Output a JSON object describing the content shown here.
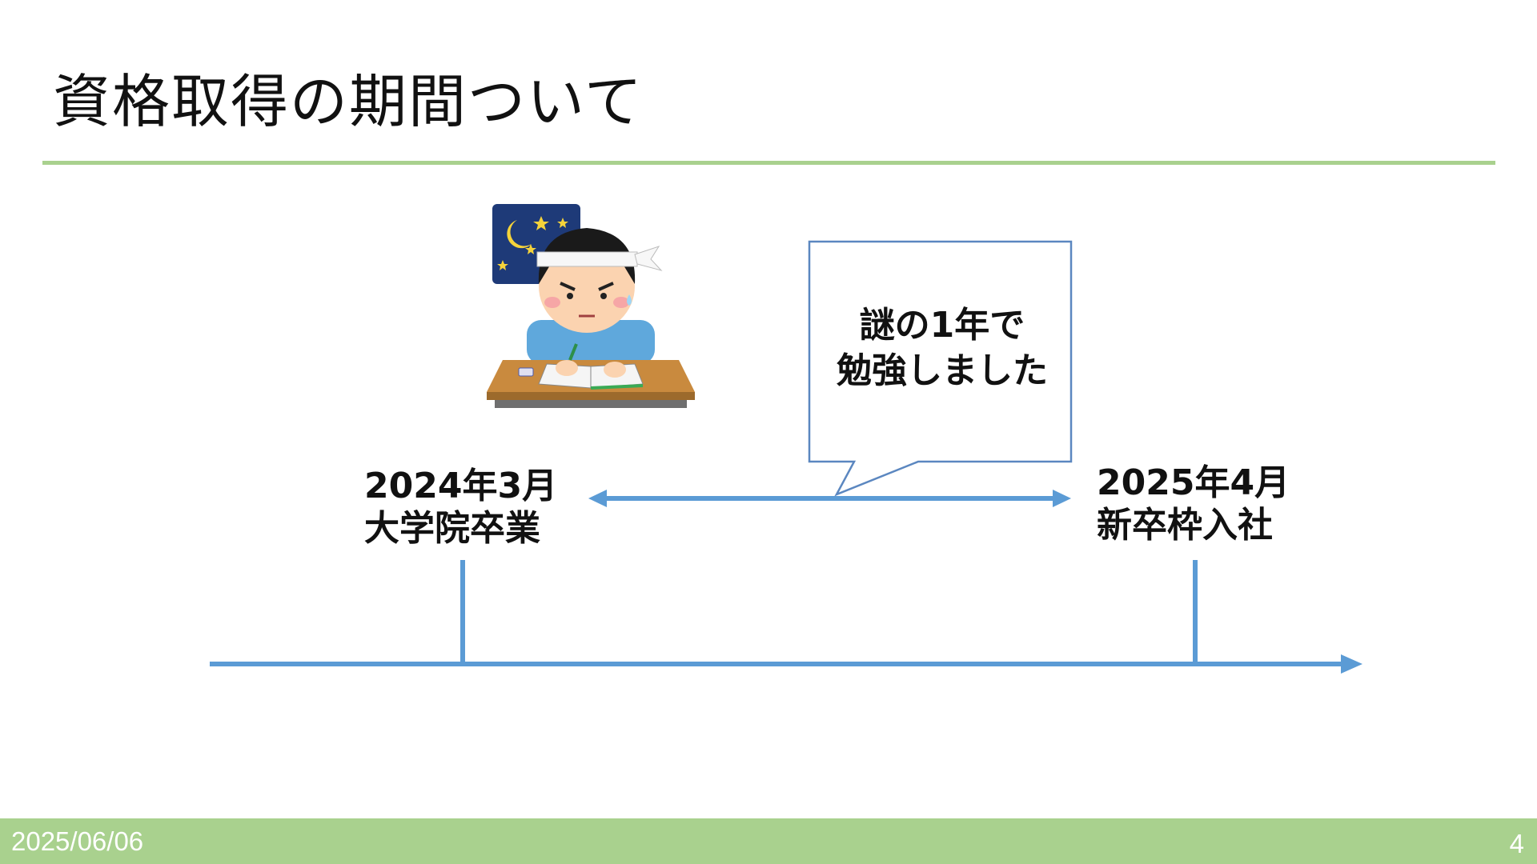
{
  "slide": {
    "title": "資格取得の期間ついて",
    "accent_color": "#a9d18e",
    "line_color": "#5b9bd5"
  },
  "timeline": {
    "start": {
      "line1": "2024年3月",
      "line2": "大学院卒業"
    },
    "end": {
      "line1": "2025年4月",
      "line2": "新卒枠入社"
    }
  },
  "callout": {
    "line1": "謎の1年で",
    "line2": "勉強しました"
  },
  "illustration": {
    "icon": "studying-student-icon",
    "background": "night-sky-moon-stars"
  },
  "footer": {
    "date": "2025/06/06",
    "page_number": "4"
  }
}
